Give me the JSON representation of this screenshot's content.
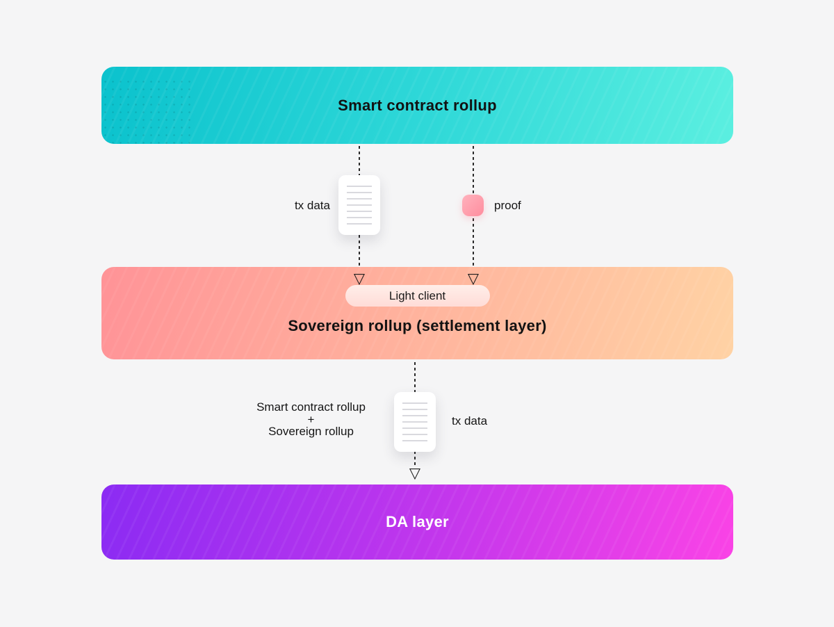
{
  "page": {
    "background_color": "#f5f5f6",
    "text_color": "#121212"
  },
  "boxes": {
    "smart_contract_rollup": {
      "label": "Smart contract rollup",
      "gradient_start": "#0bc2cd",
      "gradient_end": "#5befe0",
      "text_color": "#121212"
    },
    "sovereign_rollup": {
      "label": "Sovereign rollup (settlement layer)",
      "light_client_label": "Light client",
      "light_client_bg": "#ffe6e1",
      "gradient_start": "#ff9397",
      "gradient_end": "#ffd2a4",
      "text_color": "#121212"
    },
    "da_layer": {
      "label": "DA layer",
      "gradient_start": "#8b2bf3",
      "gradient_end": "#fa43e6",
      "text_color": "#ffffff"
    }
  },
  "flows": {
    "tx_data_top": {
      "label": "tx data",
      "icon": "document-icon"
    },
    "proof": {
      "label": "proof",
      "icon": "proof-icon",
      "icon_color_start": "#ffb2bd",
      "icon_color_end": "#ff8d9e"
    },
    "combined": {
      "line1": "Smart contract rollup",
      "line2": "+",
      "line3": "Sovereign rollup"
    },
    "tx_data_bottom": {
      "label": "tx data",
      "icon": "document-icon"
    }
  },
  "glyphs": {
    "arrow_down": "▽"
  }
}
